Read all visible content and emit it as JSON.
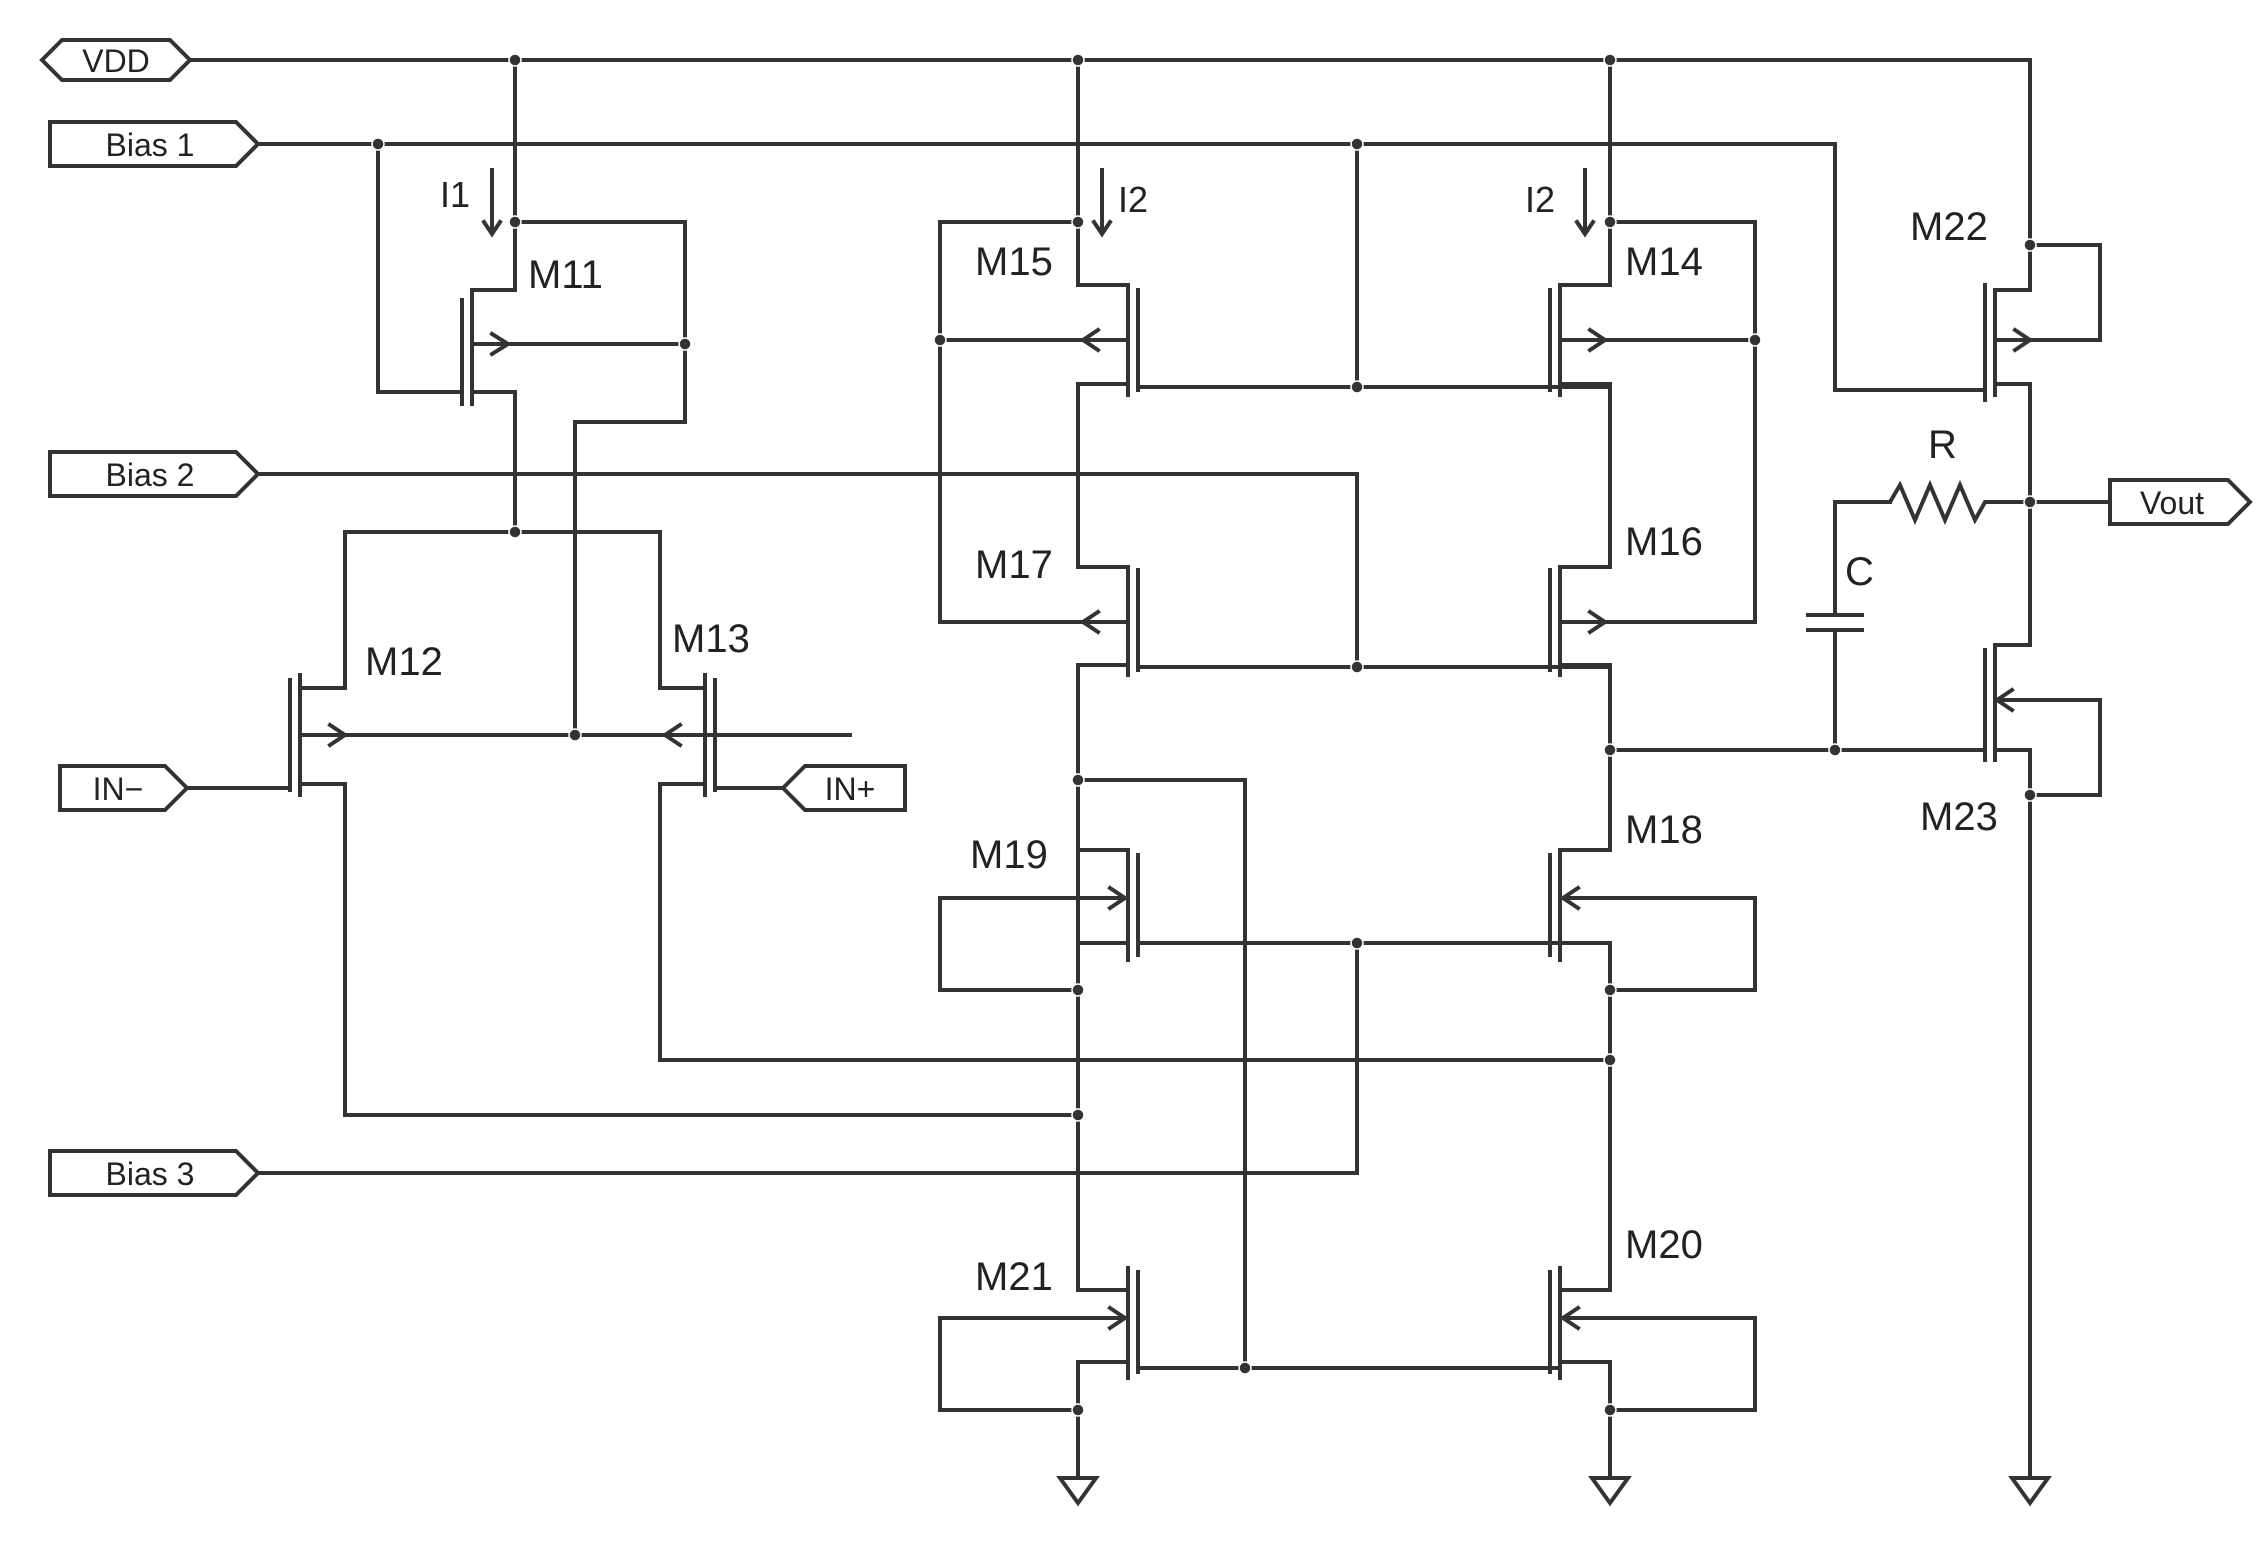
{
  "ports": {
    "vdd": "VDD",
    "bias1": "Bias 1",
    "bias2": "Bias 2",
    "bias3": "Bias 3",
    "in_minus": "IN−",
    "in_plus": "IN+",
    "vout": "Vout"
  },
  "transistors": {
    "m11": "M11",
    "m12": "M12",
    "m13": "M13",
    "m14": "M14",
    "m15": "M15",
    "m16": "M16",
    "m17": "M17",
    "m18": "M18",
    "m19": "M19",
    "m20": "M20",
    "m21": "M21",
    "m22": "M22",
    "m23": "M23"
  },
  "currents": {
    "i1": "I1",
    "i2_left": "I2",
    "i2_right": "I2"
  },
  "passives": {
    "resistor": "R",
    "capacitor": "C"
  }
}
